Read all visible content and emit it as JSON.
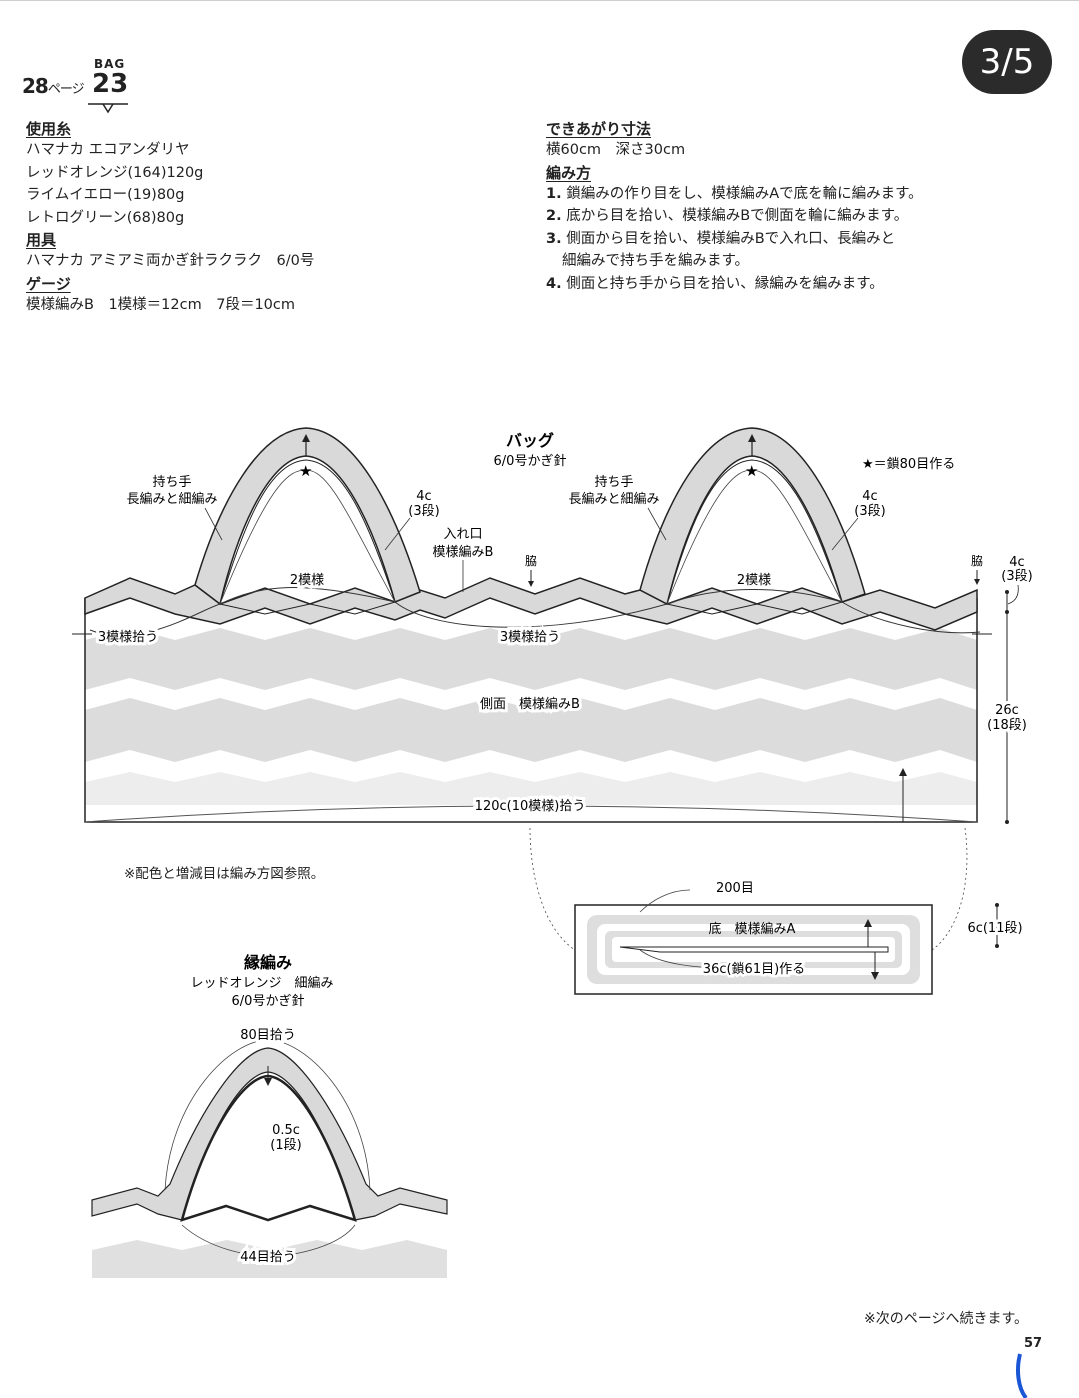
{
  "header": {
    "page_badge": "3/5",
    "page_ref_num": "28",
    "page_ref_suffix": "ページ",
    "bag_label": "BAG",
    "bag_number": "23"
  },
  "materials": {
    "yarn_heading": "使用糸",
    "yarn_lines": [
      "ハマナカ エコアンダリヤ",
      "レッドオレンジ(164)120g",
      "ライムイエロー(19)80g",
      "レトログリーン(68)80g"
    ],
    "tools_heading": "用具",
    "tools_line": "ハマナカ アミアミ両かぎ針ラクラク　6/0号",
    "gauge_heading": "ゲージ",
    "gauge_line": "模様編みB　1模様＝12cm　7段＝10cm"
  },
  "finished": {
    "heading": "できあがり寸法",
    "size_line": "横60cm　深さ30cm",
    "method_heading": "編み方",
    "steps": [
      {
        "num": "1.",
        "text": "鎖編みの作り目をし、模様編みAで底を輪に編みます。"
      },
      {
        "num": "2.",
        "text": "底から目を拾い、模様編みBで側面を輪に編みます。"
      },
      {
        "num": "3.",
        "text": "側面から目を拾い、模様編みBで入れ口、長編みと"
      },
      {
        "num": "",
        "text": "細編みで持ち手を編みます。"
      },
      {
        "num": "4.",
        "text": "側面と持ち手から目を拾い、縁編みを編みます。"
      }
    ]
  },
  "diagram_bag": {
    "title": "バッグ",
    "hook": "6/0号かぎ針",
    "star_note": "★＝鎖80目作る",
    "handle_label_1": "持ち手",
    "handle_label_2": "長編みと細編み",
    "handle_width": "4c",
    "handle_rows": "(3段)",
    "opening_label_1": "入れ口",
    "opening_label_2": "模様編みB",
    "side_marker": "脇",
    "two_patterns": "2模様",
    "pickup_3": "3模様拾う",
    "body_label": "側面　模様編みB",
    "bottom_pickup": "120c(10模様)拾う",
    "top_height": "4c",
    "top_rows": "(3段)",
    "body_height": "26c",
    "body_rows": "(18段)",
    "note": "※配色と増減目は編み方図参照。"
  },
  "diagram_bottom": {
    "stitches": "200目",
    "label": "底　模様編みA",
    "chain": "36c(鎖61目)作る",
    "height": "6c(11段)"
  },
  "diagram_edging": {
    "title": "縁編み",
    "color": "レッドオレンジ　細編み",
    "hook": "6/0号かぎ針",
    "top_pick": "80目拾う",
    "width": "0.5c",
    "rows": "(1段)",
    "bottom_pick": "44目拾う"
  },
  "footer": {
    "continue_note": "※次のページへ続きます。",
    "page_number": "57"
  },
  "colors": {
    "band_gray": "#d9d9d9",
    "badge": "#2b2b2b",
    "ink": "#222222",
    "accent_blue": "#1a56d6"
  }
}
